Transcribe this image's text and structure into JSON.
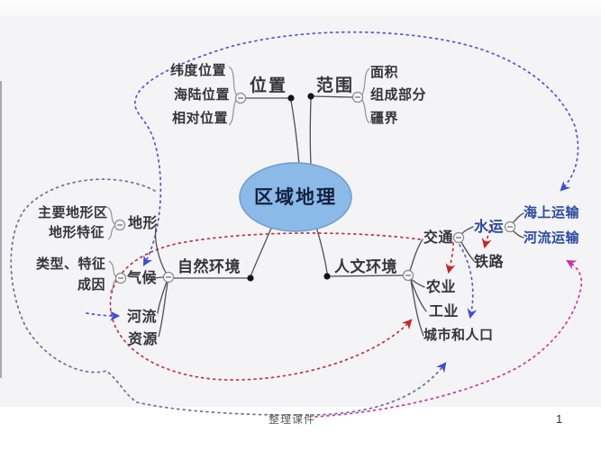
{
  "title": "区域地理思维导图幻灯片",
  "nodes": {
    "center": "区域地理",
    "weizhi": "位置",
    "weidu": "纬度位置",
    "hailu": "海陆位置",
    "xiangdui": "相对位置",
    "fanwei": "范围",
    "mianji": "面积",
    "zucheng": "组成部分",
    "jiangjie": "疆界",
    "ziran": "自然环境",
    "dixing": "地形",
    "zhuyao": "主要地形区",
    "tezheng": "地形特征",
    "qihou": "气候",
    "leixing": "类型、特征",
    "chengyin": "成因",
    "heliu": "河流",
    "ziyuan": "资源",
    "renwen": "人文环境",
    "jiaotong": "交通",
    "shuiyun": "水运",
    "tielu": "铁路",
    "haiyun": "海上运输",
    "heyun": "河流运输",
    "nongye": "农业",
    "gongye": "工业",
    "chengshi": "城市和人口"
  },
  "footer": {
    "label": "整理课件",
    "page": "1"
  },
  "colors": {
    "background": "#f4f3f5",
    "center_node_fill": "#8bbae8",
    "text_dark": "#34343c",
    "text_blue": "#2a4a9e",
    "annotation_blue": "#4a5ac8",
    "annotation_red": "#b5374a",
    "annotation_gray_blue": "#6b7096",
    "annotation_magenta": "#c23d9e"
  },
  "icons": [
    "collapse-minus-icon",
    "junction-dot-icon",
    "arrowhead-icon"
  ]
}
